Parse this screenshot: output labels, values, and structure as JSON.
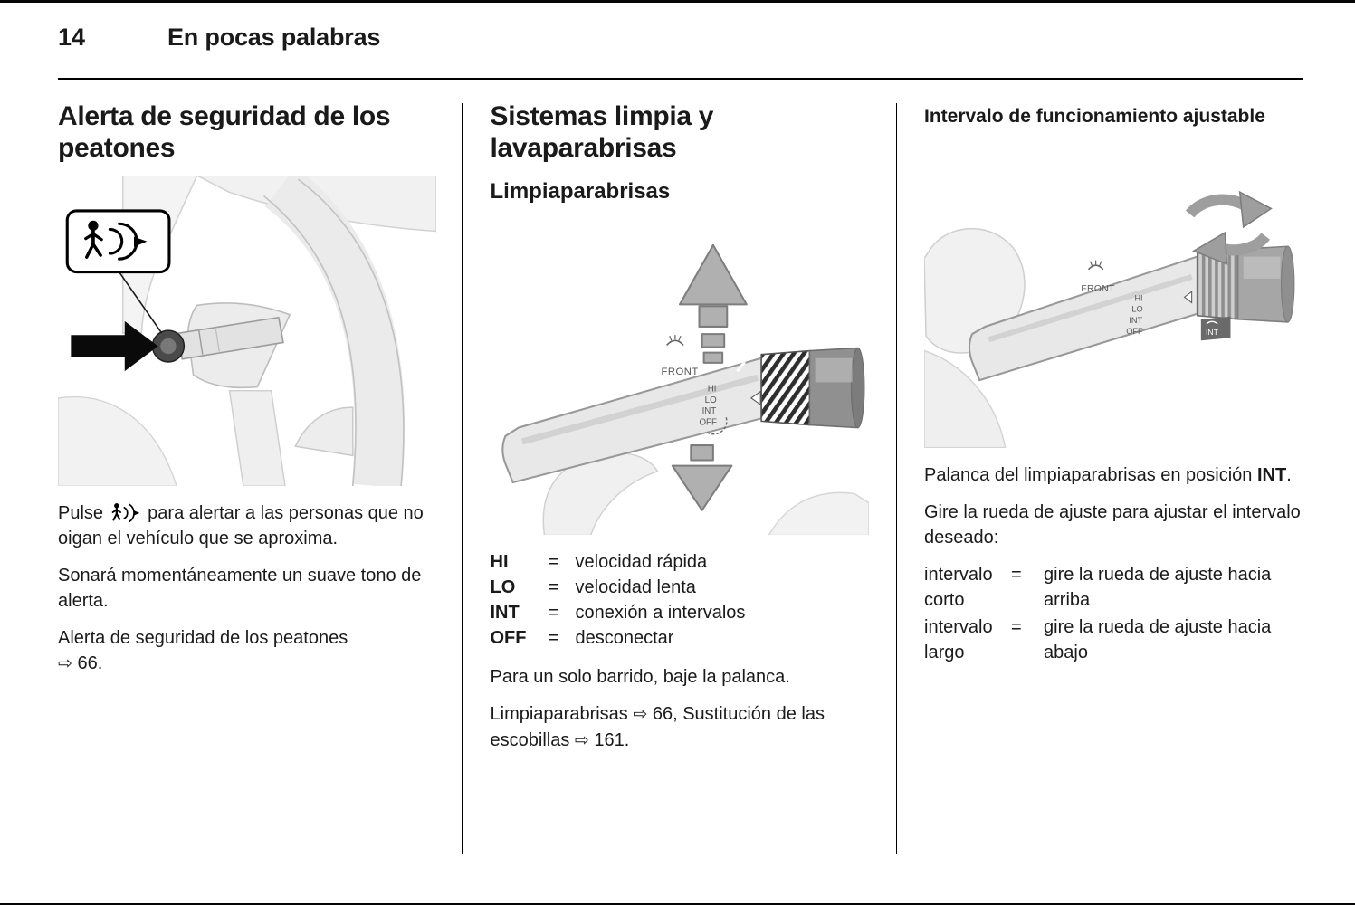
{
  "header": {
    "page_number": "14",
    "chapter_title": "En pocas palabras"
  },
  "col1": {
    "title": "Alerta de seguridad de los peatones",
    "para1_before": "Pulse",
    "para1_after": "para alertar a las personas que no oigan el vehículo que se aproxima.",
    "para2": "Sonará momentáneamente un suave tono de alerta.",
    "para3": "Alerta de seguridad de los peatones",
    "para3_ref": {
      "arrow": "⇨",
      "page": "66."
    }
  },
  "col2": {
    "title": "Sistemas limpia y lavaparabrisas",
    "subtitle": "Limpiaparabrisas",
    "illustration": {
      "front": "FRONT",
      "positions": [
        "HI",
        "LO",
        "INT",
        "OFF"
      ]
    },
    "definitions": [
      {
        "term": "HI",
        "eq": "=",
        "def": "velocidad rápida"
      },
      {
        "term": "LO",
        "eq": "=",
        "def": "velocidad lenta"
      },
      {
        "term": "INT",
        "eq": "=",
        "def": "conexión a intervalos"
      },
      {
        "term": "OFF",
        "eq": "=",
        "def": "desconectar"
      }
    ],
    "para1": "Para un solo barrido, baje la palanca.",
    "refs": {
      "part1": "Limpiaparabrisas",
      "arrow1": "⇨",
      "part2": "66, Sustitución de las escobillas",
      "arrow2": "⇨",
      "part3": "161."
    }
  },
  "col3": {
    "subtitle": "Intervalo de funcionamiento ajustable",
    "illustration": {
      "front": "FRONT",
      "positions": [
        "HI",
        "LO",
        "INT",
        "OFF"
      ],
      "wheel_label": "INT"
    },
    "para1_before": "Palanca del limpiaparabrisas en posición",
    "para1_bold": "INT",
    "para1_after": ".",
    "para2": "Gire la rueda de ajuste para ajustar el intervalo deseado:",
    "definitions": [
      {
        "term": "intervalo corto",
        "eq": "=",
        "def": "gire la rueda de ajuste hacia arriba"
      },
      {
        "term": "intervalo largo",
        "eq": "=",
        "def": "gire la rueda de ajuste hacia abajo"
      }
    ]
  }
}
